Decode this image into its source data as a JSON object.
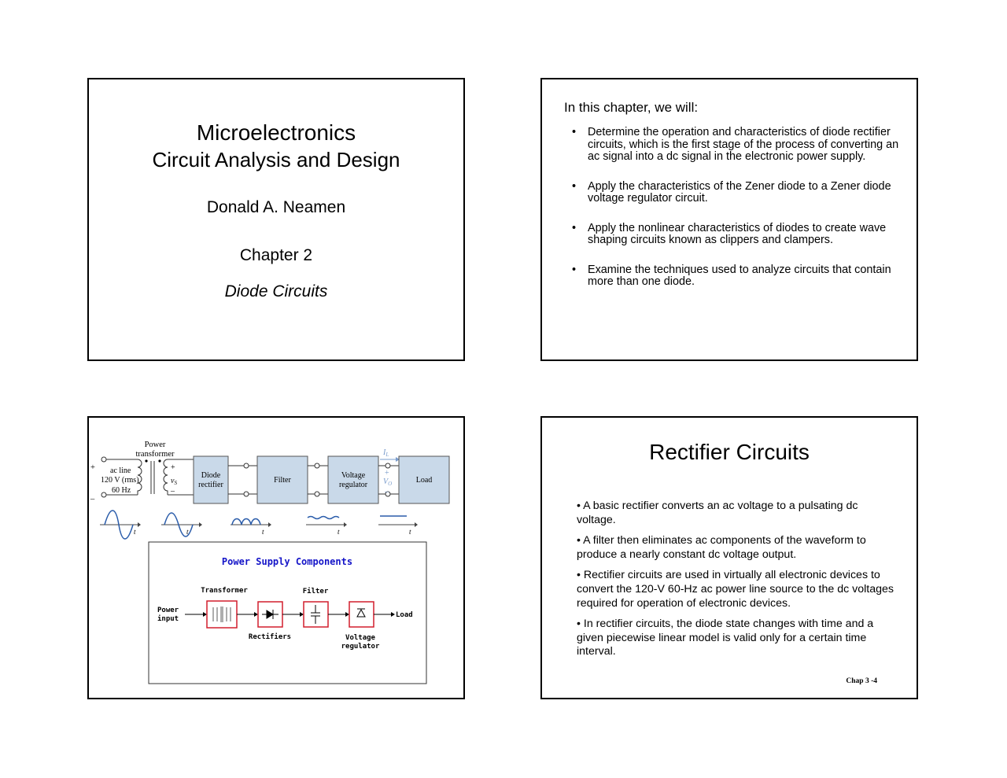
{
  "slide1": {
    "title": "Microelectronics",
    "subtitle": "Circuit Analysis and Design",
    "author": "Donald A. Neamen",
    "chapter": "Chapter 2",
    "topic": "Diode Circuits"
  },
  "slide2": {
    "intro": "In this chapter, we will:",
    "bullet_char": "•",
    "bullets": [
      "Determine the operation and characteristics of diode rectifier circuits, which is the first stage of the process of converting an ac signal into a dc signal in the electronic power supply.",
      "Apply the characteristics of the Zener diode to a Zener diode voltage regulator circuit.",
      "Apply the nonlinear characteristics of diodes to create wave shaping circuits known as clippers and clampers.",
      "Examine the techniques used to analyze circuits that contain more than one diode."
    ]
  },
  "slide3": {
    "diagram": {
      "power_label_1": "Power",
      "power_label_2": "transformer",
      "ac_line": "ac line",
      "voltage": "120 V (rms)",
      "frequency": "60 Hz",
      "plus": "+",
      "minus": "–",
      "vs": "v",
      "vs_sub": "S",
      "il": "I",
      "il_sub": "L",
      "vo": "V",
      "vo_sub": "O",
      "axis_t": "t",
      "blocks": [
        {
          "line1": "Diode",
          "line2": "rectifier"
        },
        {
          "line1": "Filter",
          "line2": ""
        },
        {
          "line1": "Voltage",
          "line2": "regulator"
        },
        {
          "line1": "Load",
          "line2": ""
        }
      ],
      "block_fill": "#c9d9e9"
    },
    "components": {
      "title": "Power Supply Components",
      "title_color": "#1414c8",
      "transformer": "Transformer",
      "filter": "Filter",
      "power_input_1": "Power",
      "power_input_2": "input",
      "load": "Load",
      "rectifiers": "Rectifiers",
      "voltage_1": "Voltage",
      "voltage_2": "regulator",
      "box_color": "#d21e2d"
    }
  },
  "slide4": {
    "title": "Rectifier Circuits",
    "paragraphs": [
      "• A basic rectifier converts an ac voltage to a pulsating dc voltage.",
      "• A filter then eliminates ac components of the waveform to produce a nearly constant dc voltage output.",
      "• Rectifier circuits are used in virtually all electronic devices to convert the 120-V 60-Hz ac power line source to the dc voltages required for operation of electronic devices.",
      "• In rectifier circuits, the diode state changes with time and a given piecewise linear model is valid only for a certain time interval."
    ],
    "footer": "Chap 3 -4"
  }
}
